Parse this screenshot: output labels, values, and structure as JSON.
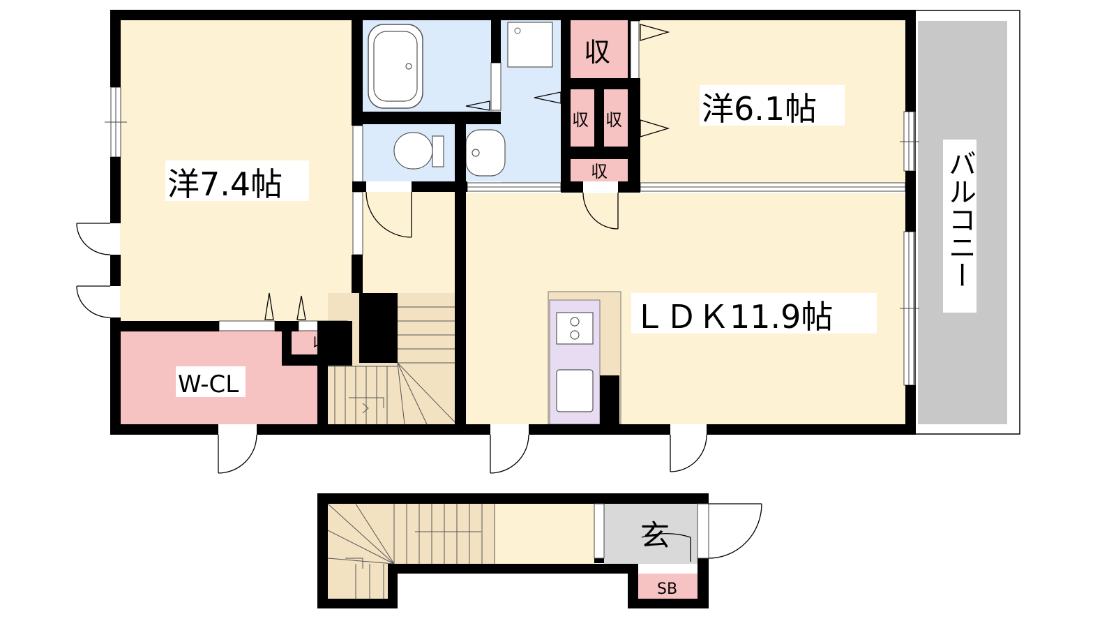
{
  "colors": {
    "room": "#fdf2d4",
    "wet": "#dcebfb",
    "storage": "#f7c2c2",
    "balcony": "#c8c8c8",
    "entrance": "#d9d9d9",
    "kitchen": "#e7dcf2",
    "wall": "#000000",
    "stairs": "#f3e2c2"
  },
  "rooms": {
    "western_1": "洋7.4帖",
    "western_2": "洋6.1帖",
    "ldk": "ＬＤＫ11.9帖",
    "walk_in_closet": "W-CL",
    "balcony": "バルコニー",
    "entrance": "玄",
    "shoe_box": "SB"
  },
  "storage": {
    "large": "収",
    "small_1": "収",
    "small_2": "収",
    "small_3": "収",
    "wcl_side": "収"
  }
}
